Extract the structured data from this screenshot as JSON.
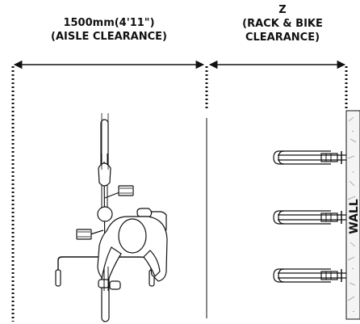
{
  "aisle": {
    "line1": "1500mm(4'11\")",
    "line2": "(AISLE CLEARANCE)"
  },
  "rack": {
    "line1": "Z",
    "line2": "(RACK & BIKE",
    "line3": "CLEARANCE)"
  },
  "wall": {
    "label": "WALL"
  },
  "colors": {
    "ink": "#111111",
    "wall_fill": "#f4f4f4",
    "hatch": "#9a9a9a"
  },
  "icons": {
    "person": "cyclist-top-view-icon",
    "rack": "bike-rack-icon"
  }
}
